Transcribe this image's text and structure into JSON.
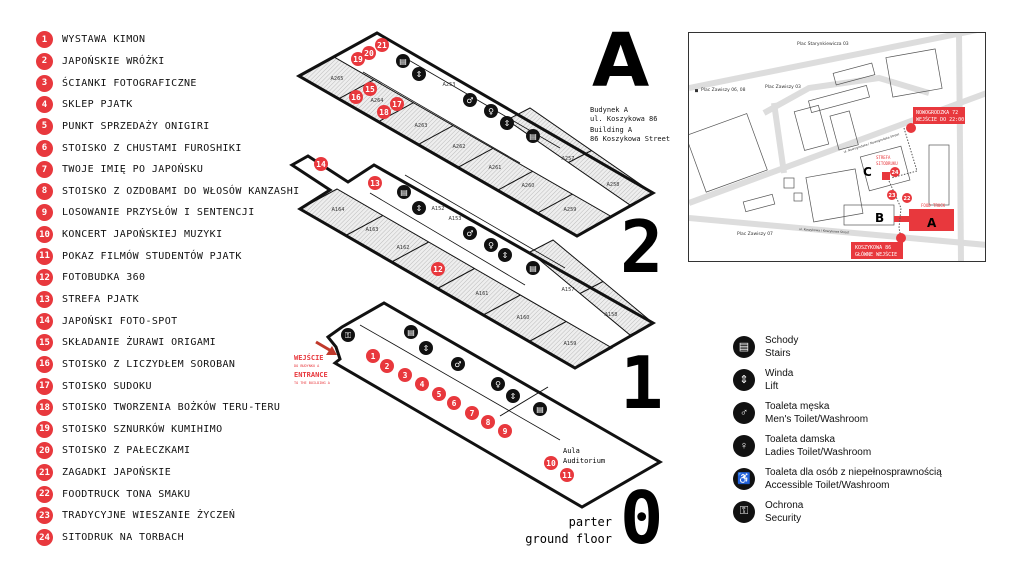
{
  "attractions": [
    {
      "n": "1",
      "label": "WYSTAWA KIMON"
    },
    {
      "n": "2",
      "label": "JAPOŃSKIE WRÓŻKI"
    },
    {
      "n": "3",
      "label": "ŚCIANKI FOTOGRAFICZNE"
    },
    {
      "n": "4",
      "label": "SKLEP PJATK"
    },
    {
      "n": "5",
      "label": "PUNKT SPRZEDAŻY ONIGIRI"
    },
    {
      "n": "6",
      "label": "STOISKO Z CHUSTAMI FUROSHIKI"
    },
    {
      "n": "7",
      "label": "TWOJE IMIĘ PO JAPOŃSKU"
    },
    {
      "n": "8",
      "label": "STOISKO Z OZDOBAMI DO WŁOSÓW KANZASHI"
    },
    {
      "n": "9",
      "label": "LOSOWANIE PRZYSŁÓW I SENTENCJI"
    },
    {
      "n": "10",
      "label": "KONCERT JAPOŃSKIEJ MUZYKI"
    },
    {
      "n": "11",
      "label": "POKAZ FILMÓW STUDENTÓW PJATK"
    },
    {
      "n": "12",
      "label": "FOTOBUDKA 360"
    },
    {
      "n": "13",
      "label": "STREFA PJATK"
    },
    {
      "n": "14",
      "label": "JAPOŃSKI FOTO-SPOT"
    },
    {
      "n": "15",
      "label": "SKŁADANIE ŻURAWI ORIGAMI"
    },
    {
      "n": "16",
      "label": "STOISKO Z LICZYDŁEM SOROBAN"
    },
    {
      "n": "17",
      "label": "STOISKO SUDOKU"
    },
    {
      "n": "18",
      "label": "STOISKO TWORZENIA BOŻKÓW TERU-TERU"
    },
    {
      "n": "19",
      "label": "STOISKO SZNURKÓW KUMIHIMO"
    },
    {
      "n": "20",
      "label": "STOISKO Z PAŁECZKAMI"
    },
    {
      "n": "21",
      "label": "ZAGADKI JAPOŃSKIE"
    },
    {
      "n": "22",
      "label": "FOODTRUCK TONA SMAKU"
    },
    {
      "n": "23",
      "label": "TRADYCYJNE WIESZANIE ŻYCZEŃ"
    },
    {
      "n": "24",
      "label": "SITODRUK NA TORBACH"
    }
  ],
  "building": {
    "letter": "A",
    "pl_line1": "Budynek A",
    "pl_line2": "ul. Koszykowa 86",
    "en_line1": "Building A",
    "en_line2": "86 Koszykowa Street"
  },
  "floors": {
    "f2": "2",
    "f1": "1",
    "f0": "0",
    "ground_pl": "parter",
    "ground_en": "ground floor"
  },
  "rooms": [
    "A265",
    "A264",
    "A253",
    "A263",
    "A262",
    "A261",
    "A260",
    "A259",
    "A257",
    "A258",
    "A164",
    "A163",
    "A162",
    "A152",
    "A153",
    "A161",
    "A160",
    "A159",
    "A157",
    "A158"
  ],
  "auditorium": {
    "pl": "Aula",
    "en": "Auditorium"
  },
  "entrance": {
    "pl": "WEJŚCIE",
    "pl_sub": "DO BUDYNKU A",
    "en": "ENTRANCE",
    "en_sub": "TO THE BUILDING A"
  },
  "legend": [
    {
      "icon": "stairs-icon",
      "glyph": "▤",
      "pl": "Schody",
      "en": "Stairs"
    },
    {
      "icon": "lift-icon",
      "glyph": "⇕",
      "pl": "Winda",
      "en": "Lift"
    },
    {
      "icon": "mens-toilet-icon",
      "glyph": "♂",
      "pl": "Toaleta męska",
      "en": "Men's Toilet/Washroom"
    },
    {
      "icon": "ladies-toilet-icon",
      "glyph": "♀",
      "pl": "Toaleta damska",
      "en": "Ladies Toilet/Washroom"
    },
    {
      "icon": "accessible-toilet-icon",
      "glyph": "♿",
      "pl": "Toaleta dla osób z niepełnosprawnością",
      "en": "Accessible Toilet/Washroom"
    },
    {
      "icon": "security-key-icon",
      "glyph": "⚿",
      "pl": "Ochrona",
      "en": "Security"
    }
  ],
  "map": {
    "stops": [
      "Plac Starynkiewicza 03",
      "Plac Zawiszy 06, 08",
      "Plac Zawiszy 03",
      "Plac Zawiszy 07"
    ],
    "streets": [
      "ul. Nowogrodzka / Nowogrodzka Street",
      "ul. Koszykowa / Koszykowa Street"
    ],
    "nowogrodzka_1": "NOWOGRODZKA 72",
    "nowogrodzka_2": "WEJŚCIE DO 22:00",
    "koszykowa_1": "KOSZYKOWA 86",
    "koszykowa_2": "GŁÓWNE WEJŚCIE",
    "strefa_1": "STREFA",
    "strefa_2": "SITODRUKU",
    "foodtruck": "FOOD TRUCK",
    "marker_c": "24",
    "marker_a": "23",
    "marker_b": "22",
    "labels": {
      "a": "A",
      "b": "B",
      "c": "C"
    }
  },
  "colors": {
    "accent": "#e8383d",
    "ink": "#111111",
    "hatch": "#d9d9d9"
  }
}
